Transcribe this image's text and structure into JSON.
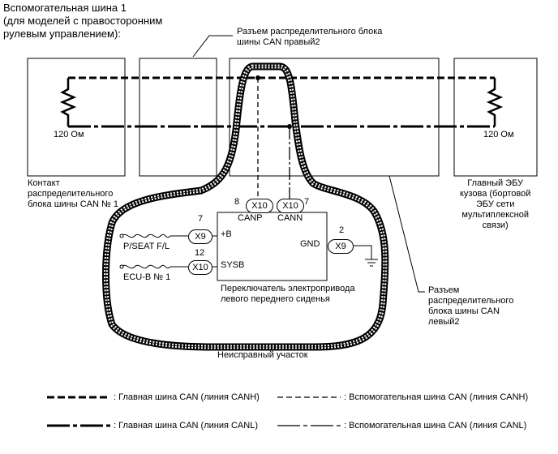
{
  "title": "Вспомогательная шина 1\n(для моделей с правосторонним\nрулевым управлением):",
  "labels": {
    "right_connector": "Разъем распределительного блока\nшины CAN правый2",
    "left_contact": "Контакт\nраспределительного\nблока шины CAN № 1",
    "main_ecu": "Главный ЭБУ\nкузова (бортовой\nЭБУ сети\nмультиплексной\nсвязи)",
    "left_connector": "Разъем\nраспределительного\nблока шины CAN\nлевый2",
    "switch": "Переключатель электропривода\nлевого переднего сиденья",
    "fault_area": "Неисправный участок"
  },
  "resistors": {
    "left": "120 Ом",
    "right": "120 Ом"
  },
  "switch_block": {
    "pins": {
      "canp_num": "8",
      "cann_num": "7",
      "b_num": "7",
      "sysb_num": "12",
      "gnd_num": "2"
    },
    "pin_labels": {
      "canp": "CANP",
      "cann": "CANN",
      "b": "+B",
      "sysb": "SYSB",
      "gnd": "GND"
    },
    "connectors": {
      "canp": "X10",
      "cann": "X10",
      "b": "X9",
      "sysb": "X10",
      "gnd": "X9"
    },
    "sources": {
      "b": "P/SEAT F/L",
      "sysb": "ECU-B № 1"
    }
  },
  "legend": [
    {
      "text": ": Главная шина CAN (линия CANH)"
    },
    {
      "text": ": Вспомогательная шина CAN (линия CANH)"
    },
    {
      "text": ": Главная шина CAN (линия CANL)"
    },
    {
      "text": ": Вспомогательная шина CAN (линия CANL)"
    }
  ]
}
